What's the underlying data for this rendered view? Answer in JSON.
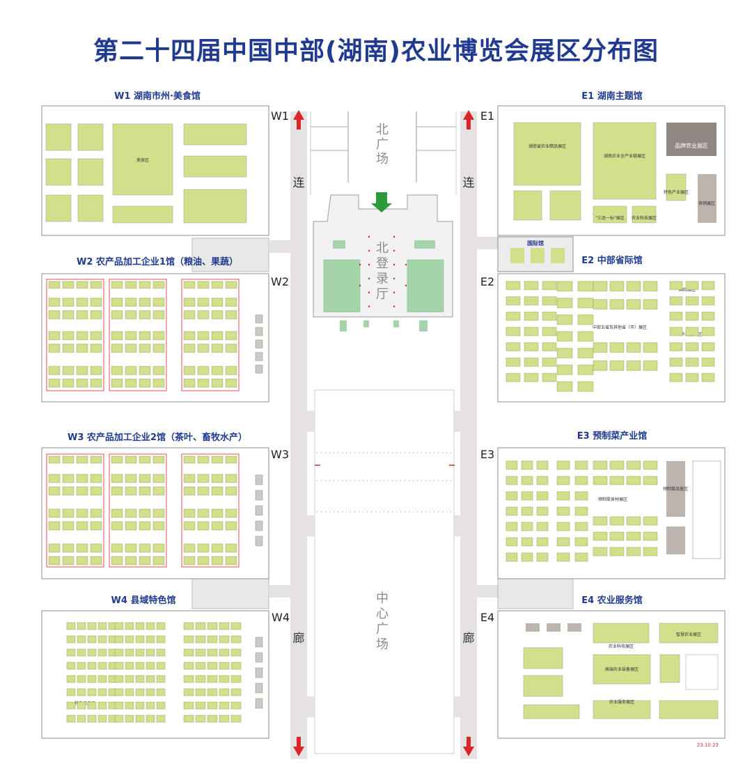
{
  "title": "第二十四届中国中部(湖南)农业博览会展区分布图",
  "halls": {
    "w1": {
      "code": "W1",
      "name": "W1 湖南市州·美食馆"
    },
    "w2": {
      "code": "W2",
      "name": "W2 农产品加工企业1馆（粮油、果蔬）"
    },
    "w3": {
      "code": "W3",
      "name": "W3 农产品加工企业2馆（茶叶、畜牧水产）"
    },
    "w4": {
      "code": "W4",
      "name": "W4 县域特色馆"
    },
    "e1": {
      "code": "E1",
      "name": "E1 湖南主题馆"
    },
    "e2": {
      "code": "E2",
      "name": "E2 中部省际馆"
    },
    "e3": {
      "code": "E3",
      "name": "E3 预制菜产业馆"
    },
    "e4": {
      "code": "E4",
      "name": "E4 农业服务馆"
    }
  },
  "corridor": {
    "left_top": "连",
    "left_bottom": "廊",
    "right_top": "连",
    "right_bottom": "廊"
  },
  "plazas": {
    "north": [
      "北",
      "广",
      "场"
    ],
    "lobby": [
      "北",
      "登",
      "录",
      "厅"
    ],
    "central": [
      "中",
      "心",
      "广",
      "场"
    ]
  },
  "zones": {
    "e1_a": "湖南省农业精品展区",
    "e1_b": "湖南农业全产业链展区",
    "e1_c": "品牌农业展区",
    "e1_d": "特色产业展区",
    "e1_e": "供销展区",
    "e1_f": "\"三品一标\"展区",
    "e1_g": "农业科技展区",
    "guoji": "国际馆",
    "e2_a": "中部五省及其他省（市）展区",
    "e2_b": "国际展区",
    "e2_c": "省外展团展区",
    "e3_a": "预制菜食材展区",
    "e3_b": "预制菜品鉴区",
    "e4_a": "农业科技展区",
    "e4_b": "高端农业装备展区",
    "e4_c": "智慧农业展区",
    "e4_d": "农业服务展区",
    "w4_a": "特色农产品",
    "w1_a": "美食区"
  },
  "date_stamp": "23.10.23",
  "colors": {
    "title": "#1f3a8f",
    "booth": "#d4df8b",
    "green_room": "#a5d4aa",
    "corridor": "#e7e2e2",
    "arrow_red": "#d8262b",
    "arrow_green": "#2a9a3a"
  }
}
